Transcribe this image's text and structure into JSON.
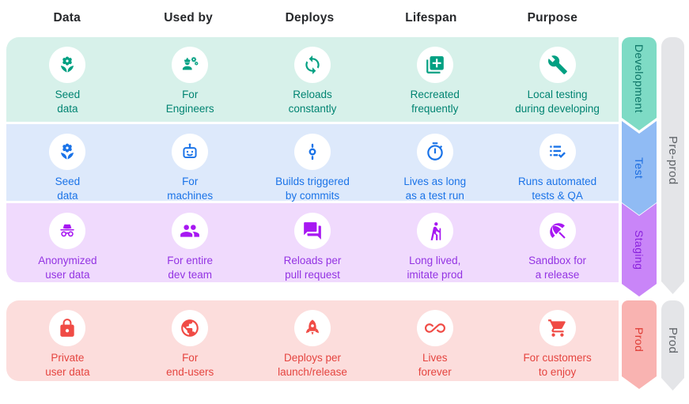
{
  "columns": [
    "Data",
    "Used by",
    "Deploys",
    "Lifespan",
    "Purpose"
  ],
  "rows": [
    {
      "id": "development",
      "ribbon": "Development",
      "row_bg": "#d7f1ea",
      "accent": "#00a082",
      "text": "#018472",
      "ribbon_bg": "#7edbc5",
      "ribbon_text": "#0b7365",
      "cells": [
        {
          "icon": "seed-icon",
          "label": "Seed\ndata"
        },
        {
          "icon": "engineer-icon",
          "label": "For\nEngineers"
        },
        {
          "icon": "sync-icon",
          "label": "Reloads\nconstantly"
        },
        {
          "icon": "library-add-icon",
          "label": "Recreated\nfrequently"
        },
        {
          "icon": "wrench-icon",
          "label": "Local testing\nduring developing"
        }
      ]
    },
    {
      "id": "test",
      "ribbon": "Test",
      "row_bg": "#dde9fb",
      "accent": "#1a73e8",
      "text": "#1a73e8",
      "ribbon_bg": "#90bbf4",
      "ribbon_text": "#1a6ce0",
      "cells": [
        {
          "icon": "seed-icon",
          "label": "Seed\ndata"
        },
        {
          "icon": "robot-icon",
          "label": "For\nmachines"
        },
        {
          "icon": "commit-icon",
          "label": "Builds triggered\nby commits"
        },
        {
          "icon": "timer-icon",
          "label": "Lives as long\nas a test run"
        },
        {
          "icon": "checklist-icon",
          "label": "Runs automated\ntests & QA"
        }
      ]
    },
    {
      "id": "staging",
      "ribbon": "Staging",
      "row_bg": "#f0dafd",
      "accent": "#a718f2",
      "text": "#9333e3",
      "ribbon_bg": "#c985f8",
      "ribbon_text": "#8a21dd",
      "cells": [
        {
          "icon": "incognito-icon",
          "label": "Anonymized\nuser data"
        },
        {
          "icon": "group-icon",
          "label": "For entire\ndev team"
        },
        {
          "icon": "chat-icon",
          "label": "Reloads per\npull request"
        },
        {
          "icon": "hiking-icon",
          "label": "Long lived,\nimitate prod"
        },
        {
          "icon": "umbrella-icon",
          "label": "Sandbox for\na release"
        }
      ]
    },
    {
      "id": "prod",
      "ribbon": "Prod",
      "row_bg": "#fcdddc",
      "accent": "#f04b45",
      "text": "#e5443f",
      "ribbon_bg": "#f9b3b1",
      "ribbon_text": "#df3c35",
      "cells": [
        {
          "icon": "lock-icon",
          "label": "Private\nuser data"
        },
        {
          "icon": "globe-icon",
          "label": "For\nend-users"
        },
        {
          "icon": "rocket-icon",
          "label": "Deploys per\nlaunch/release"
        },
        {
          "icon": "infinity-icon",
          "label": "Lives\nforever"
        },
        {
          "icon": "cart-icon",
          "label": "For customers\nto enjoy"
        }
      ]
    }
  ],
  "phases": [
    {
      "label": "Pre-prod",
      "ribbon_bg": "#e4e5e8",
      "ribbon_text": "#5f6368"
    },
    {
      "label": "Prod",
      "ribbon_bg": "#e4e5e8",
      "ribbon_text": "#5f6368"
    }
  ],
  "header_text_color": "#26282b"
}
